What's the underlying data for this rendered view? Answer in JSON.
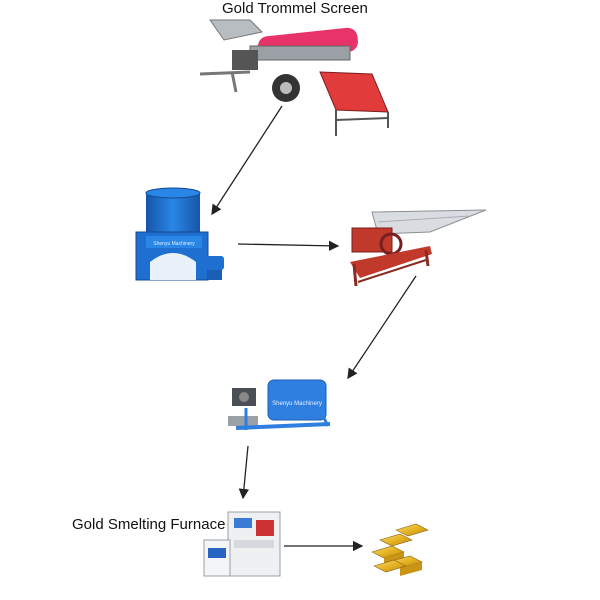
{
  "labels": {
    "trommel": "Gold Trommel Screen",
    "furnace": "Gold Smelting Furnace"
  },
  "machine_text": {
    "concentrator_brand": "Shenyu Machinery",
    "mixer_brand": "Shenyu Machinery"
  },
  "colors": {
    "trommel_drum": "#e8326a",
    "trommel_frame": "#9aa0a6",
    "sluice": "#e23b3b",
    "concentrator_blue": "#1f6fd1",
    "table_red": "#c0392b",
    "table_deck": "#d9dde2",
    "mixer_blue": "#2f7fe0",
    "furnace_white": "#eef0f2",
    "gold": "#e6b422",
    "arrow": "#222222"
  },
  "icons": [
    "trommel-screen-icon",
    "centrifugal-concentrator-icon",
    "shaking-table-icon",
    "mixer-machine-icon",
    "smelting-furnace-icon",
    "gold-bars-icon"
  ]
}
